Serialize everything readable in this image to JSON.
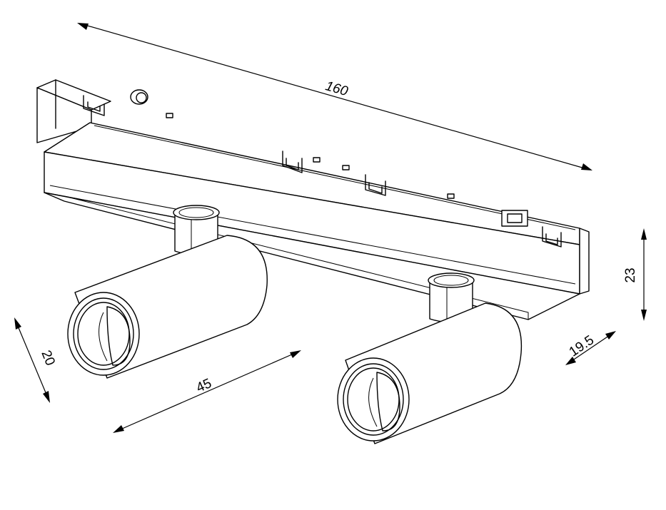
{
  "dimensions": {
    "length": "160",
    "height": "23",
    "depth": "19.5",
    "spot_diameter": "20",
    "spot_length": "45"
  }
}
